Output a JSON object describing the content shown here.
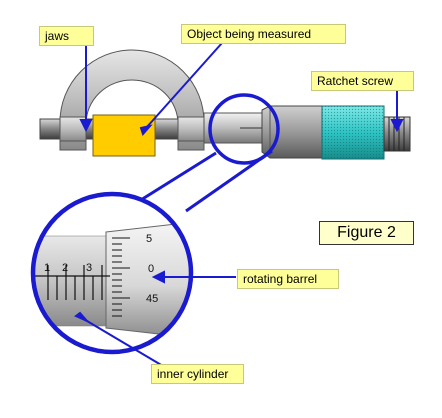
{
  "labels": {
    "jaws": "jaws",
    "object": "Object being measured",
    "ratchet": "Ratchet screw",
    "figure": "Figure 2",
    "barrel": "rotating barrel",
    "cylinder": "inner cylinder"
  },
  "scale": {
    "sleeve_numbers": [
      "1",
      "2",
      "3"
    ],
    "thimble_numbers": [
      "5",
      "0",
      "45"
    ]
  },
  "colors": {
    "frame": "#a0a0a0",
    "object": "#ffcc00",
    "ratchet_body": "#33cccc",
    "callout": "#1a1ad0",
    "label_bg": "#ffff99",
    "figure_bg": "#ffffcc"
  }
}
